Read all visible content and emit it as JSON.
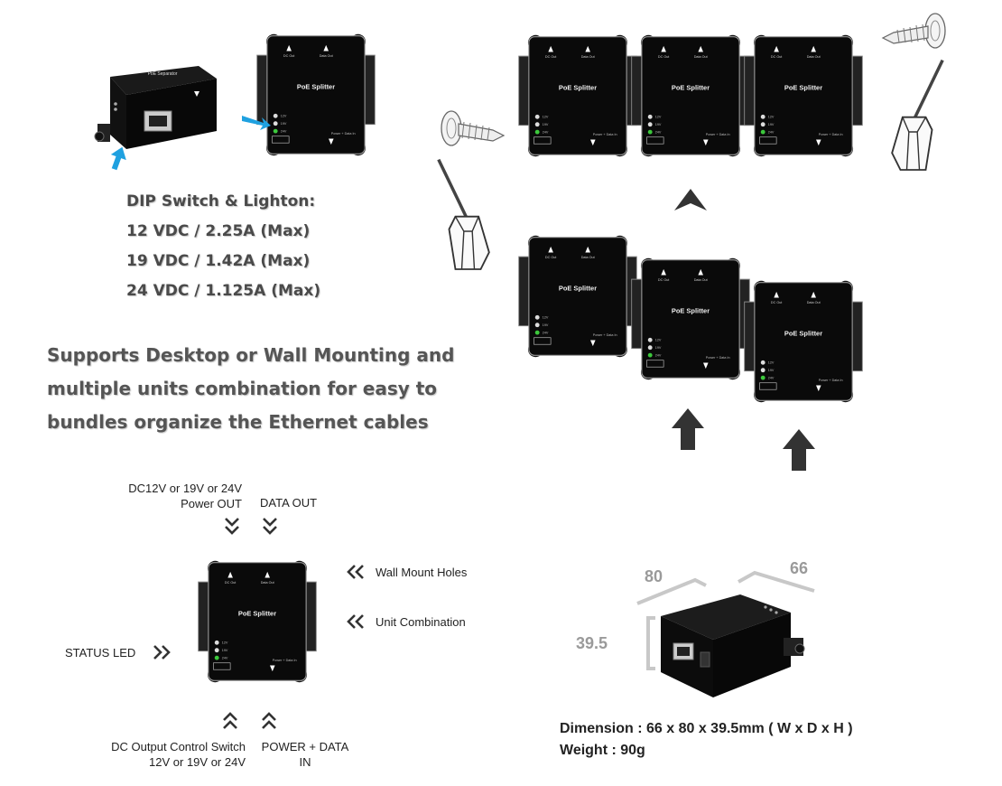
{
  "spec": {
    "heading": "DIP Switch & Lighton:",
    "lines": [
      "12 VDC / 2.25A (Max)",
      "19 VDC / 1.42A  (Max)",
      "24 VDC / 1.125A (Max)"
    ]
  },
  "support": {
    "lines": [
      "Supports Desktop or Wall Mounting and",
      "multiple units combination for easy to",
      "bundles organize the Ethernet cables"
    ]
  },
  "device": {
    "name": "PoE Splitter",
    "top_left": "DC Out",
    "top_right": "Data Out",
    "bottom": "Power + Data In",
    "leds": [
      "12V",
      "19V",
      "24V"
    ],
    "small_title": "PoE Separator"
  },
  "diagram": {
    "power_out_line1": "DC12V or 19V or 24V",
    "power_out_line2": "Power OUT",
    "data_out": "DATA OUT",
    "wall_mount": "Wall Mount Holes",
    "unit_combination": "Unit Combination",
    "status_led": "STATUS LED",
    "dc_switch_line1": "DC Output Control Switch",
    "dc_switch_line2": "12V or 19V or 24V",
    "power_data_line1": "POWER + DATA",
    "power_data_line2": "IN"
  },
  "dimensions": {
    "depth": "80",
    "width": "66",
    "height": "39.5",
    "dimension_line": "Dimension : 66 x 80 x 39.5mm ( W x D x H )",
    "weight_line": "Weight : 90g"
  },
  "colors": {
    "accent_arrow": "#1fa1e0",
    "device_body": "#0b0b0b",
    "led_green": "#3cc83c"
  },
  "icons": [
    "screw-icon",
    "screwdriver-icon",
    "arrow-up-icon",
    "chevron-down-icon",
    "chevron-up-icon",
    "chevron-left-icon",
    "chevron-right-icon"
  ]
}
